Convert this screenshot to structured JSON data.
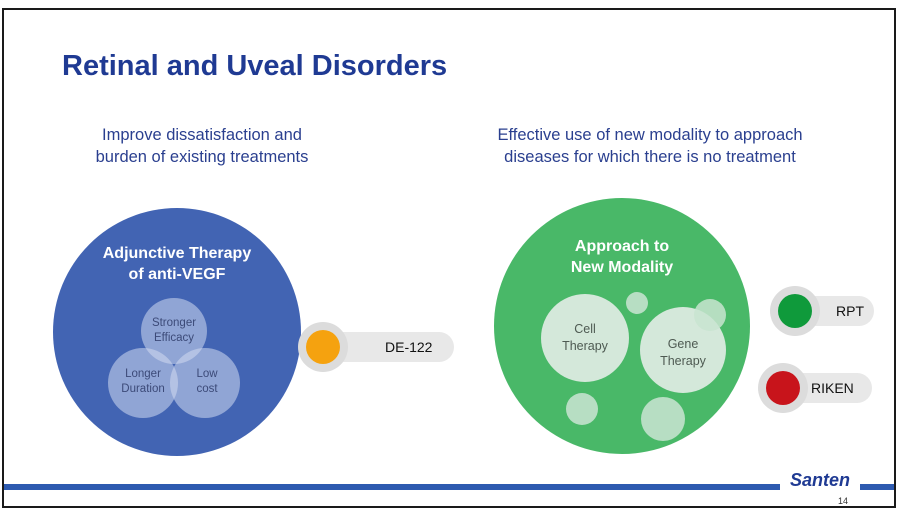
{
  "slide": {
    "title": "Retinal and Uveal Disorders",
    "left_heading_line1": "Improve dissatisfaction and",
    "left_heading_line2": "burden of existing treatments",
    "right_heading_line1": "Effective use of new modality to approach",
    "right_heading_line2": "diseases for which there is no treatment",
    "page_number": "14",
    "logo_text": "Santen"
  },
  "left_circle": {
    "title_line1": "Adjunctive Therapy",
    "title_line2": "of anti-VEGF",
    "venn": [
      {
        "line1": "Stronger",
        "line2": "Efficacy"
      },
      {
        "line1": "Longer",
        "line2": "Duration"
      },
      {
        "line1": "Low",
        "line2": "cost"
      }
    ],
    "color": "#4264b3"
  },
  "right_circle": {
    "title_line1": "Approach to",
    "title_line2": "New Modality",
    "bubbles": [
      {
        "line1": "Cell",
        "line2": "Therapy"
      },
      {
        "line1": "Gene",
        "line2": "Therapy"
      }
    ],
    "color": "#49b868"
  },
  "programs": [
    {
      "label": "DE-122",
      "color": "#f5a20f"
    },
    {
      "label": "RPT",
      "color": "#0f9a3b"
    },
    {
      "label": "RIKEN",
      "color": "#c8141b"
    }
  ]
}
